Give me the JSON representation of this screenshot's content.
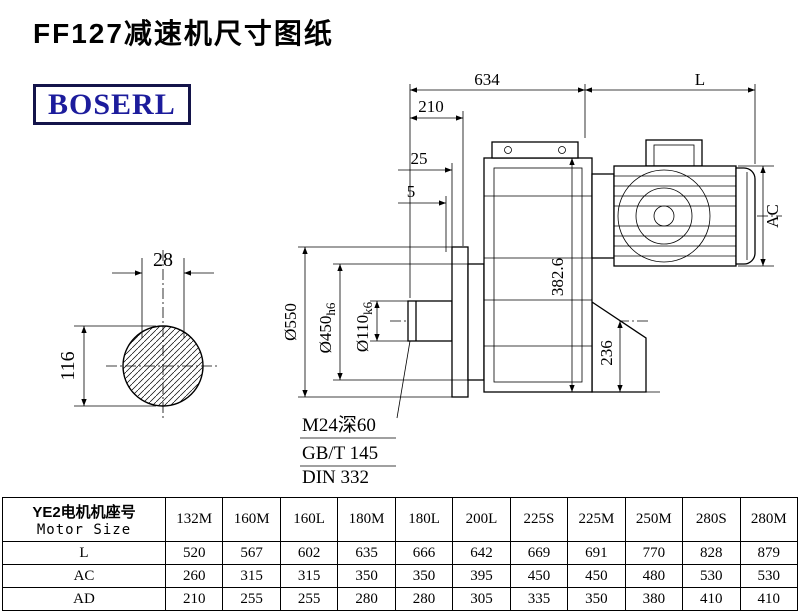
{
  "page": {
    "title": "FF127减速机尺寸图纸",
    "logo_text": "BOSERL",
    "colors": {
      "logo_text": "#1c1c9c",
      "logo_border": "#14144a"
    }
  },
  "drawing": {
    "shaft_view": {
      "width_dim": "28",
      "height_dim": "116"
    },
    "dims": {
      "d634": "634",
      "dL": "L",
      "d210": "210",
      "d25": "25",
      "d5": "5",
      "dia550": "Ø550",
      "dia450_main": "Ø450",
      "dia450_suffix": "h6",
      "dia110_main": "Ø110",
      "dia110_suffix": "k6",
      "d382": "382.6",
      "d236": "236",
      "dAC": "AC"
    },
    "notes": {
      "line1": "M24深60",
      "line2": "GB/T 145",
      "line3": "DIN 332"
    }
  },
  "table": {
    "header": {
      "cn": "YE2电机机座号",
      "en": "Motor Size"
    },
    "columns": [
      "132M",
      "160M",
      "160L",
      "180M",
      "180L",
      "200L",
      "225S",
      "225M",
      "250M",
      "280S",
      "280M"
    ],
    "rows": [
      {
        "label": "L",
        "values": [
          "520",
          "567",
          "602",
          "635",
          "666",
          "642",
          "669",
          "691",
          "770",
          "828",
          "879"
        ]
      },
      {
        "label": "AC",
        "values": [
          "260",
          "315",
          "315",
          "350",
          "350",
          "395",
          "450",
          "450",
          "480",
          "530",
          "530"
        ]
      },
      {
        "label": "AD",
        "values": [
          "210",
          "255",
          "255",
          "280",
          "280",
          "305",
          "335",
          "350",
          "380",
          "410",
          "410"
        ]
      }
    ]
  }
}
